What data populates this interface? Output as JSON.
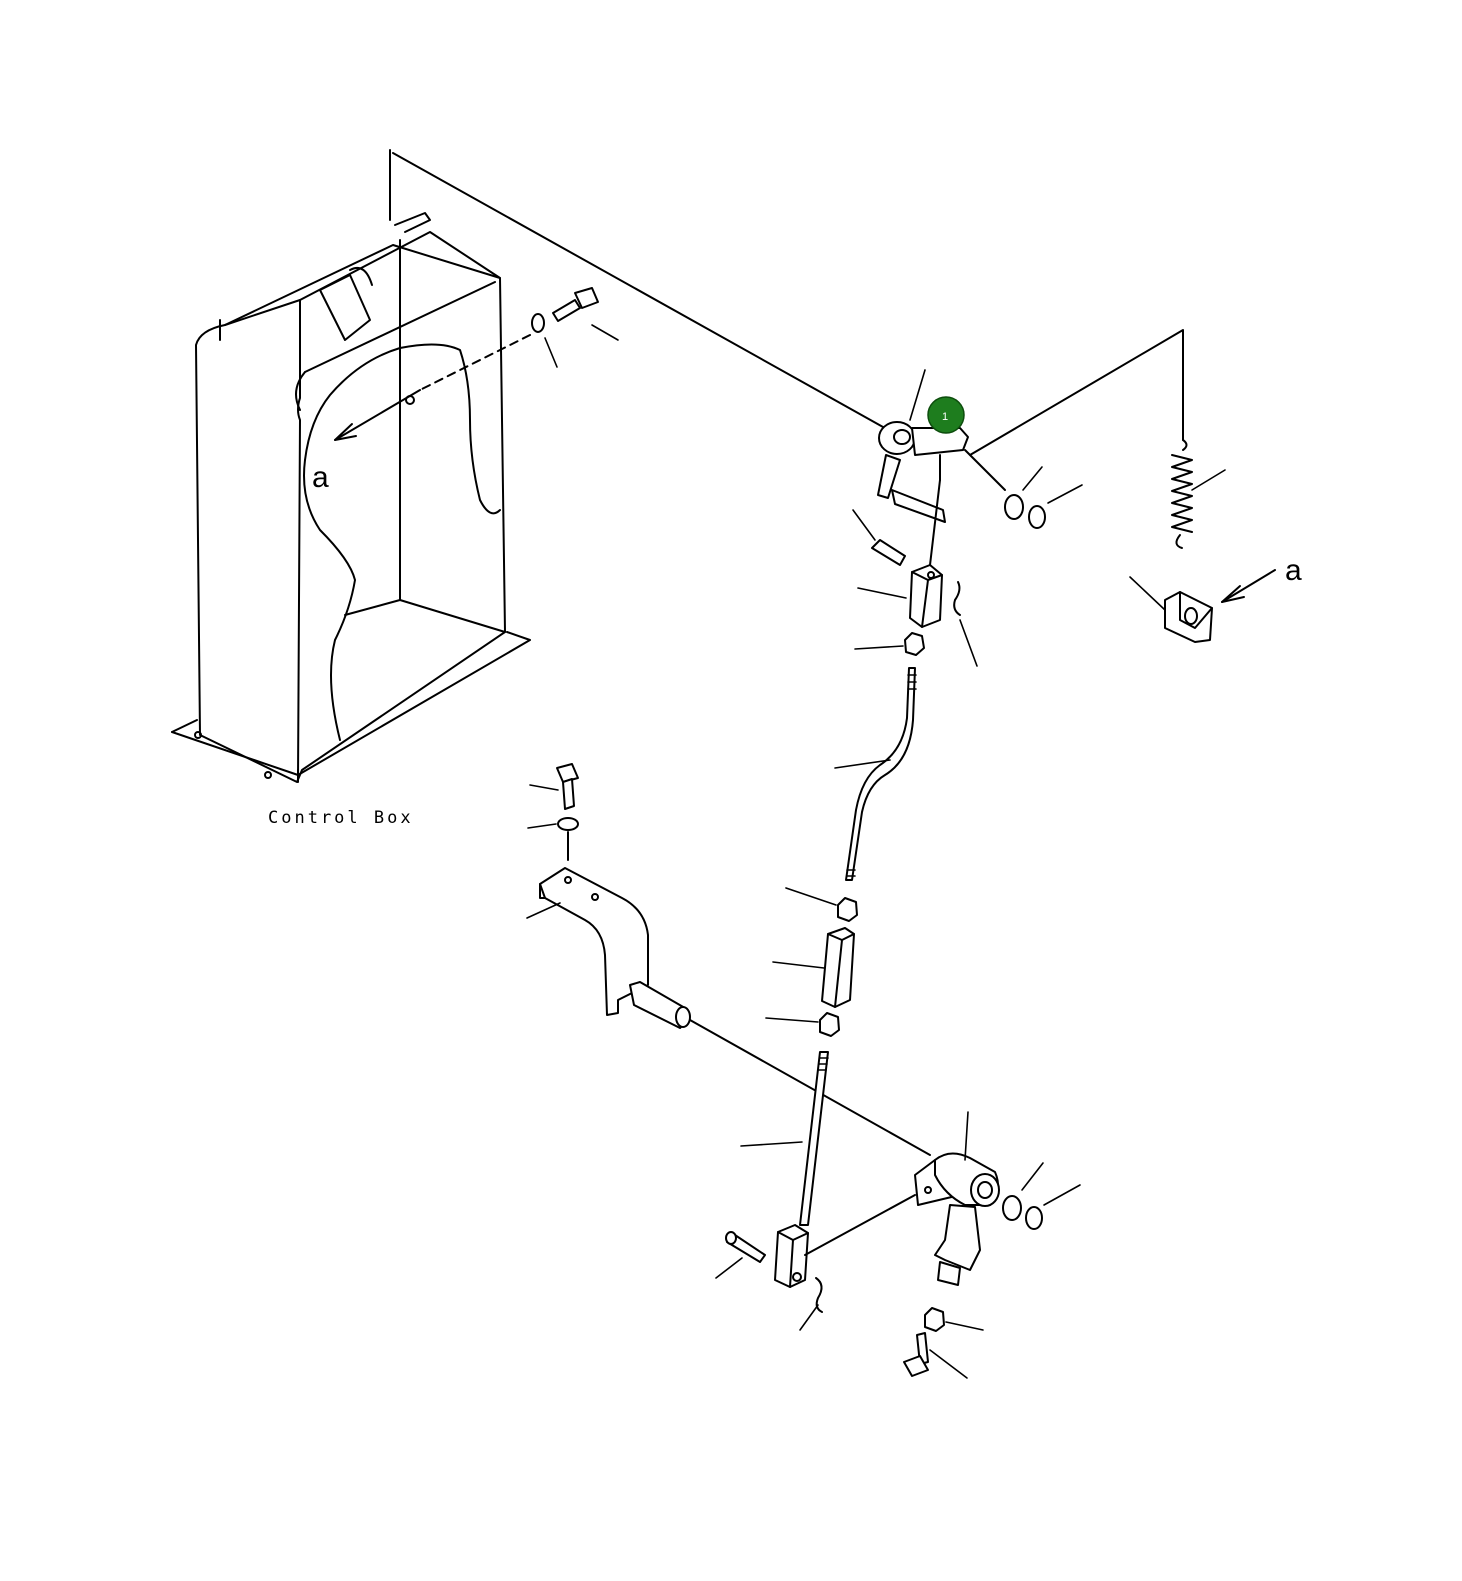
{
  "diagram": {
    "labels": {
      "a_left": "a",
      "a_right": "a",
      "control_box": "Control Box"
    },
    "callouts": [
      {
        "number": "1",
        "color": "#1e7d1e"
      }
    ],
    "colors": {
      "ink": "#000000",
      "background": "#ffffff",
      "callout": "#1e7d1e"
    }
  }
}
